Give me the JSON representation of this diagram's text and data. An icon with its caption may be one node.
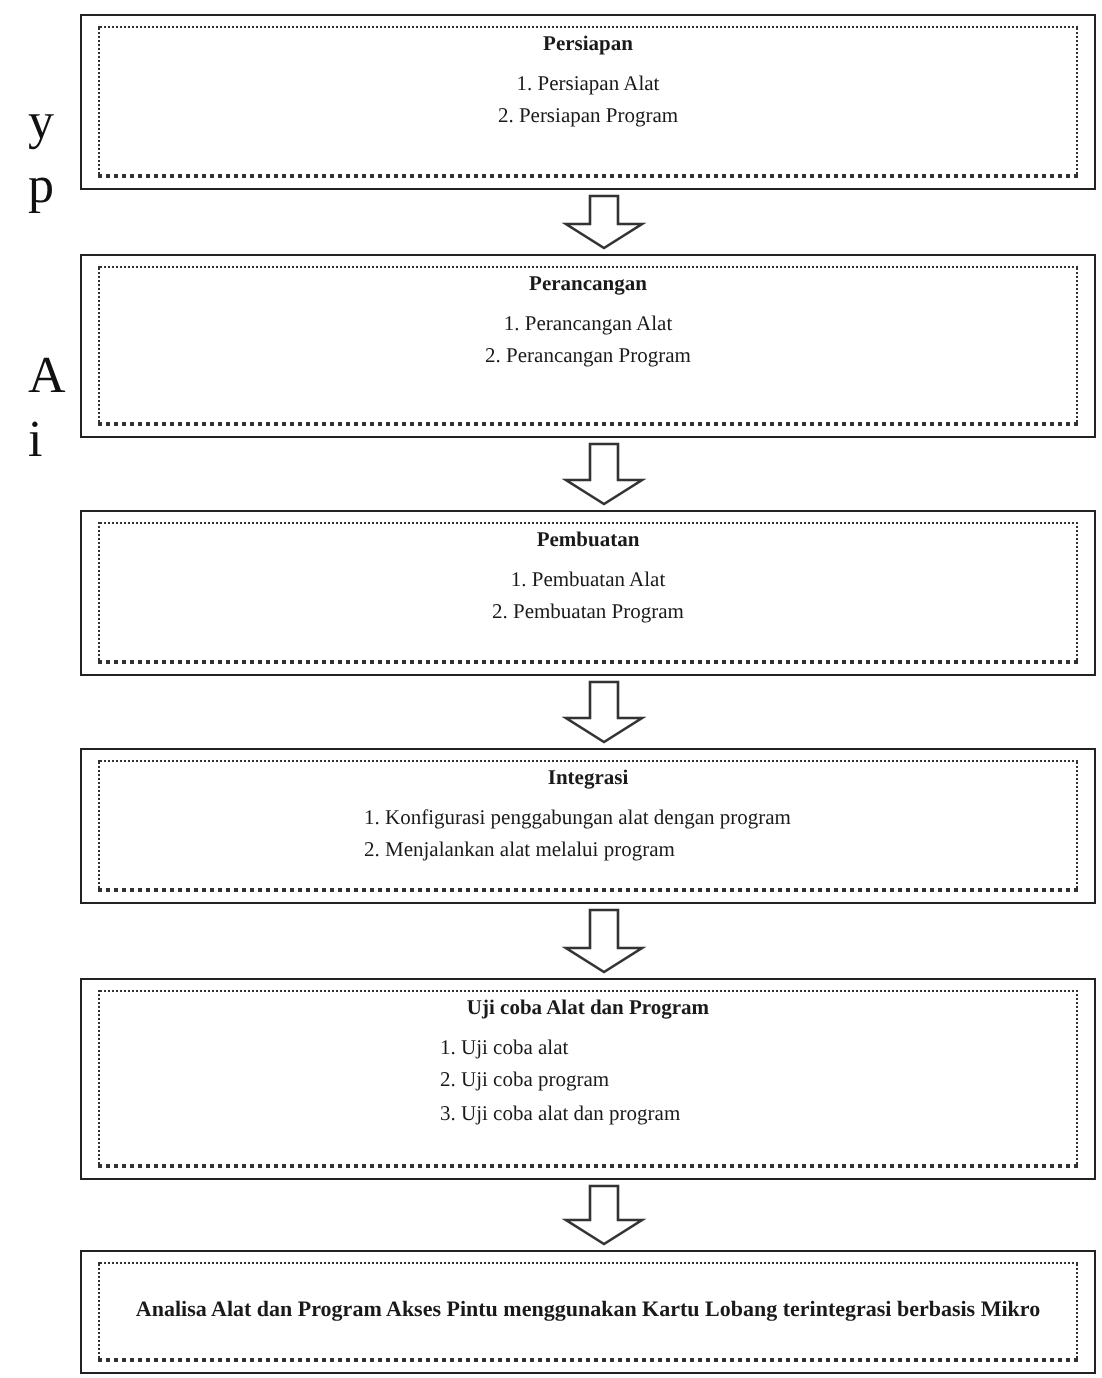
{
  "diagram": {
    "nodes": [
      {
        "text": [
          "Persiapan",
          "1. Persiapan Alat",
          "2. Persiapan Program"
        ]
      },
      {
        "text": [
          "Perancangan",
          "1. Perancangan Alat",
          "2. Perancangan Program"
        ]
      },
      {
        "text": [
          "Pembuatan",
          "1. Pembuatan Alat",
          "2. Pembuatan Program"
        ]
      },
      {
        "text": [
          "Integrasi",
          "1. Konfigurasi penggabungan alat dengan program",
          "2. Menjalankan alat melalui program"
        ]
      },
      {
        "text": [
          "Uji coba Alat dan Program",
          "1. Uji coba alat",
          "2. Uji coba program",
          "3. Uji coba alat dan program"
        ]
      },
      {
        "text": [
          "Analisa Alat dan Program Akses Pintu menggunakan Kartu Lobang terintegrasi berbasis Mikro"
        ]
      }
    ],
    "edges": [
      {
        "from": 0,
        "to": 1,
        "arrow": "to"
      },
      {
        "from": 1,
        "to": 2,
        "arrow": "to"
      },
      {
        "from": 2,
        "to": 3,
        "arrow": "to"
      },
      {
        "from": 3,
        "to": 4,
        "arrow": "to"
      },
      {
        "from": 4,
        "to": 5,
        "arrow": "to"
      }
    ],
    "labels": [
      "y",
      "p",
      "A",
      "i"
    ]
  }
}
